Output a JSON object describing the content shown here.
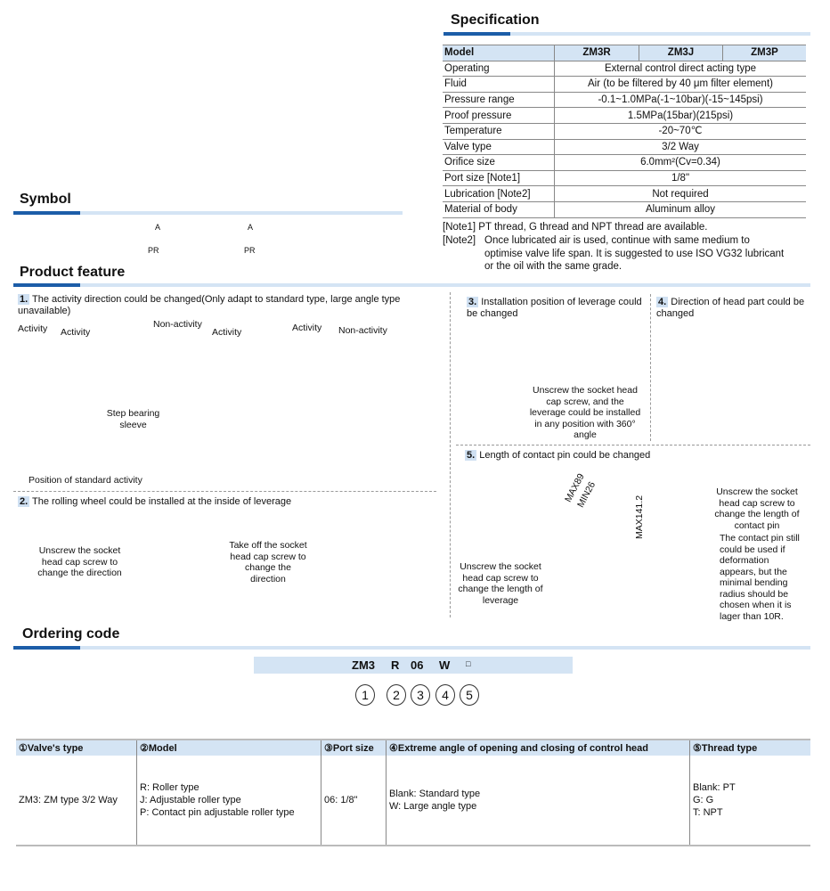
{
  "symbol": {
    "title": "Symbol",
    "port_a": "A",
    "port_pr": "PR"
  },
  "specification": {
    "title": "Specification",
    "header": [
      "Model",
      "ZM3R",
      "ZM3J",
      "ZM3P"
    ],
    "rows": [
      {
        "label": "Operating",
        "value": "External control direct acting type"
      },
      {
        "label": "Fluid",
        "value": "Air (to be filtered by 40 μm filter element)"
      },
      {
        "label": "Pressure range",
        "value": "-0.1~1.0MPa(-1~10bar)(-15~145psi)"
      },
      {
        "label": "Proof pressure",
        "value": "1.5MPa(15bar)(215psi)"
      },
      {
        "label": "Temperature",
        "value": "-20~70℃"
      },
      {
        "label": "Valve type",
        "value": "3/2 Way"
      },
      {
        "label": "Orifice size",
        "value": "6.0mm²(Cv=0.34)"
      },
      {
        "label": "Port size [Note1]",
        "value": "1/8\""
      },
      {
        "label": "Lubrication [Note2]",
        "value": "Not required"
      },
      {
        "label": "Material of body",
        "value": "Aluminum alloy"
      }
    ],
    "note1": "[Note1] PT thread, G thread and NPT thread are available.",
    "note2_tag": "[Note2]",
    "note2": "Once lubricated air is used, continue with same medium to optimise valve life span.  It is suggested to use ISO VG32 lubricant or the oil with the same grade."
  },
  "feature": {
    "title": "Product feature",
    "f1": {
      "num": "1.",
      "text": "The activity direction could be changed(Only adapt to standard type, large angle type unavailable)",
      "activity": "Activity",
      "non_activity": "Non-activity",
      "step_bearing": "Step bearing sleeve",
      "standard": "Position of standard activity"
    },
    "f2": {
      "num": "2.",
      "text": "The rolling wheel could be installed at the inside of leverage",
      "left": "Unscrew the socket head cap screw to change the direction",
      "right": "Take off the socket head cap screw to change the direction"
    },
    "f3": {
      "num": "3.",
      "text": "Installation position of leverage could be changed",
      "note": "Unscrew the socket head cap screw, and the leverage could be installed in any position with 360° angle"
    },
    "f4": {
      "num": "4.",
      "text": "Direction of head part could be changed"
    },
    "f5": {
      "num": "5.",
      "text": "Length of contact pin could be changed",
      "max89": "MAX89",
      "min26": "MIN26",
      "max141": "MAX141.2",
      "left": "Unscrew the socket head cap screw to change the length of leverage",
      "right1": "Unscrew the socket head cap screw to change the length of contact pin",
      "right2": "The contact pin still could be used if deformation appears, but the minimal bending radius should be chosen when it is lager than 10R."
    }
  },
  "ordering": {
    "title": "Ordering code",
    "code": [
      "ZM3",
      "R",
      "06",
      "W",
      "□"
    ],
    "circles": [
      "1",
      "2",
      "3",
      "4",
      "5"
    ],
    "headers": [
      "①Valve's type",
      "②Model",
      "③Port size",
      "④Extreme angle of opening and closing of control head",
      "⑤Thread type"
    ],
    "valve_type": "ZM3: ZM type 3/2 Way",
    "model": [
      "R: Roller type",
      "J: Adjustable roller type",
      "P: Contact pin adjustable roller type"
    ],
    "port_size": "06: 1/8\"",
    "angle": [
      "Blank: Standard type",
      "W: Large angle type"
    ],
    "thread": [
      "Blank: PT",
      "G: G",
      "T: NPT"
    ]
  },
  "colors": {
    "accent": "#1c5da8",
    "light": "#d4e4f4"
  }
}
